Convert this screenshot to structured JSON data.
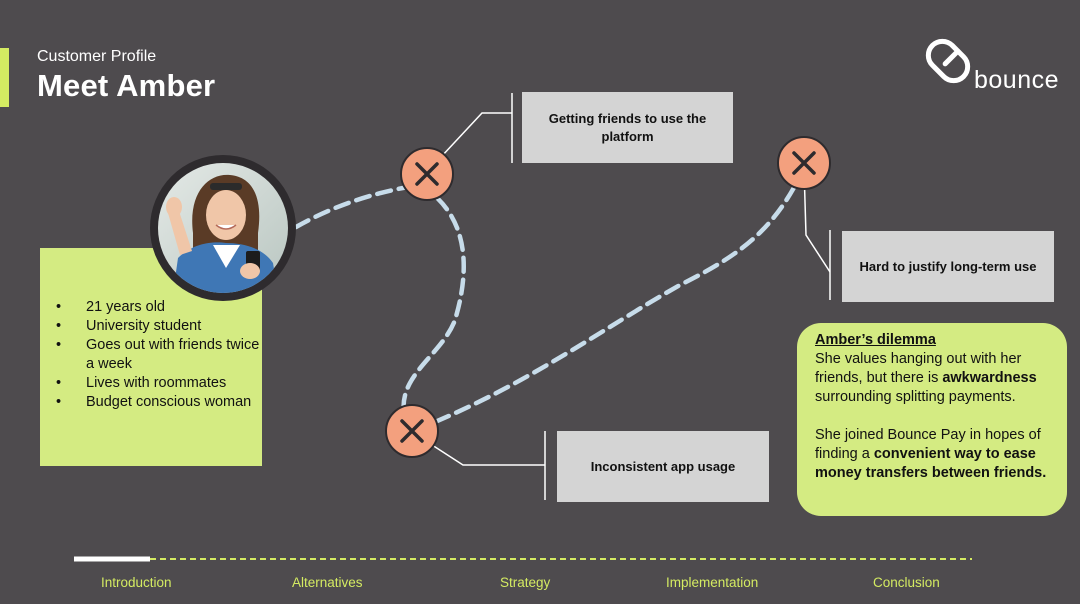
{
  "header": {
    "subtitle": "Customer Profile",
    "title": "Meet Amber"
  },
  "logo": {
    "text": "bounce",
    "icon": "bounce-logo-icon"
  },
  "profile": {
    "avatar_icon": "avatar-photo",
    "traits": [
      "21 years old",
      "University student",
      "Goes out with friends twice a week",
      "Lives with roommates",
      "Budget conscious woman"
    ]
  },
  "pain_points": [
    {
      "label": "Getting friends to use the platform",
      "icon": "x-icon"
    },
    {
      "label": "Hard to justify long-term use",
      "icon": "x-icon"
    },
    {
      "label": "Inconsistent app usage",
      "icon": "x-icon"
    }
  ],
  "dilemma": {
    "heading": "Amber’s dilemma",
    "p1_a": "She values hanging out with her friends, but there is ",
    "p1_b": "awkwardness",
    "p1_c": " surrounding splitting payments.",
    "p2_a": "She joined Bounce Pay in hopes of finding a ",
    "p2_b": "convenient way to ease money transfers between friends."
  },
  "progress": {
    "current_index": 0,
    "sections": [
      "Introduction",
      "Alternatives",
      "Strategy",
      "Implementation",
      "Conclusion"
    ]
  },
  "colors": {
    "background": "#4e4b4e",
    "accent": "#d4eb62",
    "card": "#d4eb82",
    "marker": "#f3a07e",
    "path": "#c7dcea",
    "callout": "#d4d4d4"
  }
}
